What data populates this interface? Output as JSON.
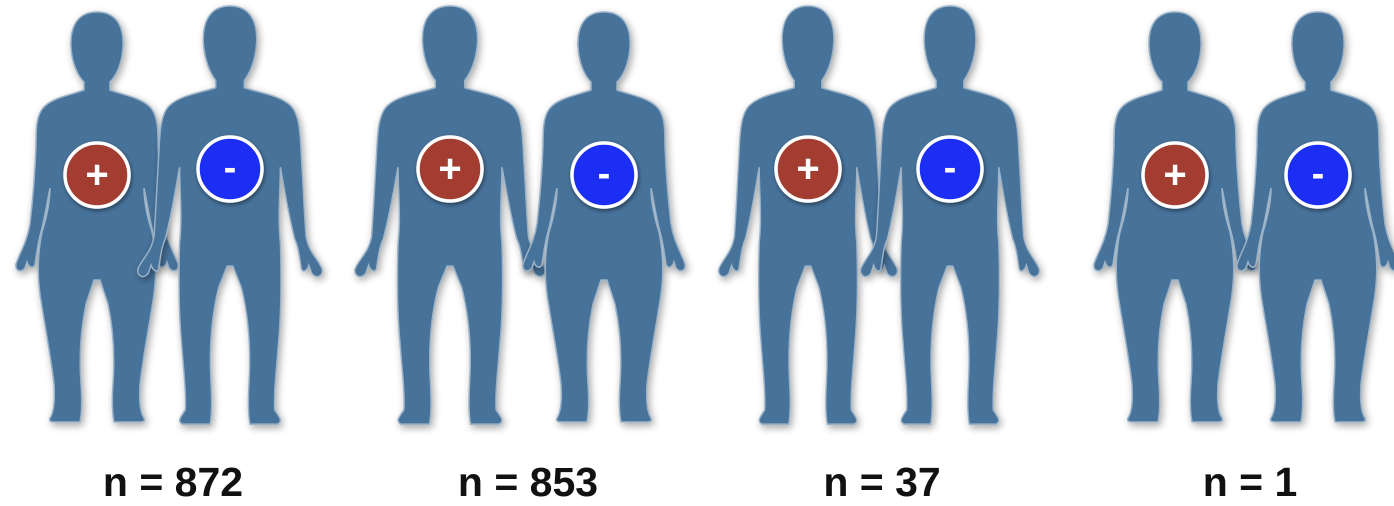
{
  "colors": {
    "figure": "#47729a",
    "figure_edge": "#9bb3c8",
    "positive_badge": "#a33d33",
    "negative_badge": "#1a2df3",
    "badge_ring": "#ffffff",
    "label_text": "#111111"
  },
  "icons": {
    "figure": "human-silhouette-icon",
    "positive": "plus-badge-icon",
    "negative": "minus-badge-icon"
  },
  "pairs": [
    {
      "label": "n = 872",
      "left": {
        "body": "female",
        "sign": "+"
      },
      "right": {
        "body": "male",
        "sign": "-"
      }
    },
    {
      "label": "n = 853",
      "left": {
        "body": "male",
        "sign": "+"
      },
      "right": {
        "body": "female",
        "sign": "-"
      }
    },
    {
      "label": "n = 37",
      "left": {
        "body": "male",
        "sign": "+"
      },
      "right": {
        "body": "male",
        "sign": "-"
      }
    },
    {
      "label": "n = 1",
      "left": {
        "body": "female",
        "sign": "+"
      },
      "right": {
        "body": "female",
        "sign": "-"
      }
    }
  ]
}
